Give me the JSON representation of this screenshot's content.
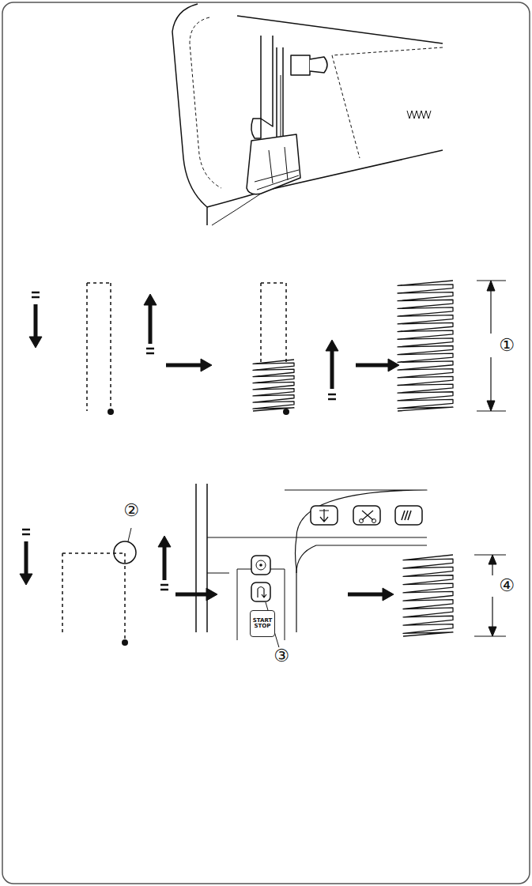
{
  "diagram": {
    "nodes": [
      {
        "text": [
          "START STOP"
        ]
      }
    ],
    "labels": [
      "①",
      "②",
      "③",
      "④"
    ]
  }
}
